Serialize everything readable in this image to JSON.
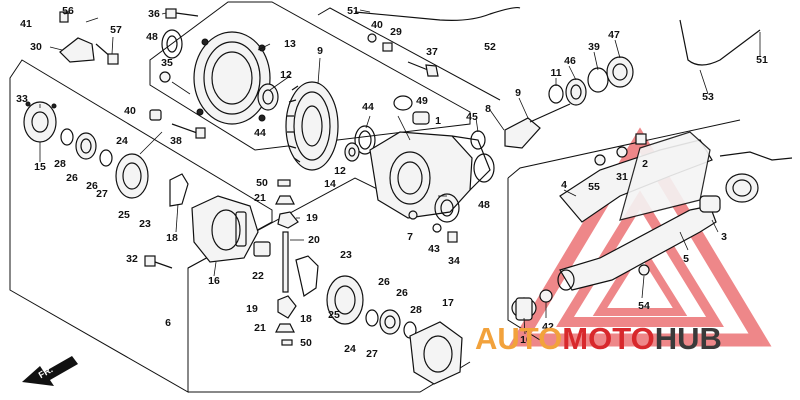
{
  "callouts": [
    {
      "id": "c56",
      "text": "56"
    },
    {
      "id": "c41",
      "text": "41"
    },
    {
      "id": "c30",
      "text": "30"
    },
    {
      "id": "c57",
      "text": "57"
    },
    {
      "id": "c36",
      "text": "36"
    },
    {
      "id": "c48a",
      "text": "48"
    },
    {
      "id": "c13",
      "text": "13"
    },
    {
      "id": "c51a",
      "text": "51"
    },
    {
      "id": "c40a",
      "text": "40"
    },
    {
      "id": "c29",
      "text": "29"
    },
    {
      "id": "c37",
      "text": "37"
    },
    {
      "id": "c52",
      "text": "52"
    },
    {
      "id": "c9a",
      "text": "9"
    },
    {
      "id": "c35",
      "text": "35"
    },
    {
      "id": "c12a",
      "text": "12"
    },
    {
      "id": "c1",
      "text": "1"
    },
    {
      "id": "c44a",
      "text": "44"
    },
    {
      "id": "c44b",
      "text": "44"
    },
    {
      "id": "c49",
      "text": "49"
    },
    {
      "id": "c40b",
      "text": "40"
    },
    {
      "id": "c38",
      "text": "38"
    },
    {
      "id": "c33",
      "text": "33"
    },
    {
      "id": "c15",
      "text": "15"
    },
    {
      "id": "c28a",
      "text": "28"
    },
    {
      "id": "c26a",
      "text": "26"
    },
    {
      "id": "c26b",
      "text": "26"
    },
    {
      "id": "c24a",
      "text": "24"
    },
    {
      "id": "c27a",
      "text": "27"
    },
    {
      "id": "c25a",
      "text": "25"
    },
    {
      "id": "c23a",
      "text": "23"
    },
    {
      "id": "c18a",
      "text": "18"
    },
    {
      "id": "c16",
      "text": "16"
    },
    {
      "id": "c50a",
      "text": "50"
    },
    {
      "id": "c21a",
      "text": "21"
    },
    {
      "id": "c19a",
      "text": "19"
    },
    {
      "id": "c20",
      "text": "20"
    },
    {
      "id": "c22",
      "text": "22"
    },
    {
      "id": "c14",
      "text": "14"
    },
    {
      "id": "c12b",
      "text": "12"
    },
    {
      "id": "c32",
      "text": "32"
    },
    {
      "id": "c6",
      "text": "6"
    },
    {
      "id": "c23b",
      "text": "23"
    },
    {
      "id": "c18b",
      "text": "18"
    },
    {
      "id": "c19b",
      "text": "19"
    },
    {
      "id": "c21b",
      "text": "21"
    },
    {
      "id": "c50b",
      "text": "50"
    },
    {
      "id": "c25b",
      "text": "25"
    },
    {
      "id": "c24b",
      "text": "24"
    },
    {
      "id": "c26c",
      "text": "26"
    },
    {
      "id": "c26d",
      "text": "26"
    },
    {
      "id": "c28b",
      "text": "28"
    },
    {
      "id": "c27b",
      "text": "27"
    },
    {
      "id": "c17",
      "text": "17"
    },
    {
      "id": "c7",
      "text": "7"
    },
    {
      "id": "c43",
      "text": "43"
    },
    {
      "id": "c34",
      "text": "34"
    },
    {
      "id": "c48b",
      "text": "48"
    },
    {
      "id": "c45",
      "text": "45"
    },
    {
      "id": "c8",
      "text": "8"
    },
    {
      "id": "c9b",
      "text": "9"
    },
    {
      "id": "c11",
      "text": "11"
    },
    {
      "id": "c46",
      "text": "46"
    },
    {
      "id": "c39",
      "text": "39"
    },
    {
      "id": "c47",
      "text": "47"
    },
    {
      "id": "c53",
      "text": "53"
    },
    {
      "id": "c51b",
      "text": "51"
    },
    {
      "id": "c4",
      "text": "4"
    },
    {
      "id": "c55",
      "text": "55"
    },
    {
      "id": "c31",
      "text": "31"
    },
    {
      "id": "c2",
      "text": "2"
    },
    {
      "id": "c3",
      "text": "3"
    },
    {
      "id": "c5",
      "text": "5"
    },
    {
      "id": "c54",
      "text": "54"
    },
    {
      "id": "c10",
      "text": "10"
    },
    {
      "id": "c42",
      "text": "42"
    }
  ],
  "direction_label": "FR.",
  "watermark": {
    "part1": "AUTO",
    "part2": "MOTO",
    "part3": "HUB",
    "color_orange": "#f2a23c",
    "color_red": "#d8282c",
    "color_dark": "#3a3a3a"
  },
  "icons": [
    "front-direction-arrow-icon",
    "automotohub-triangle-logo-icon"
  ]
}
